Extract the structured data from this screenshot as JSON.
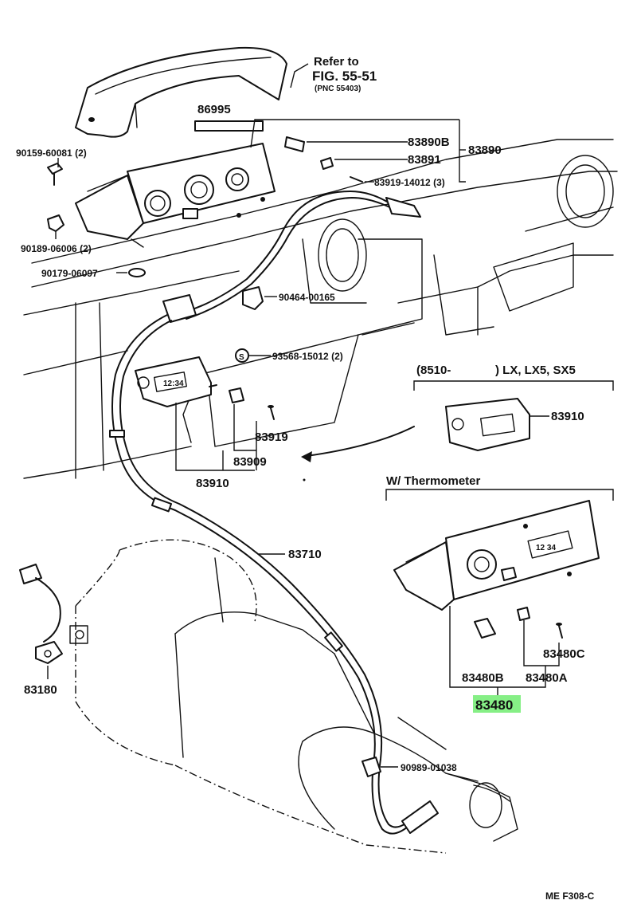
{
  "refer": {
    "line1": "Refer to",
    "line2": "FIG. 55-51",
    "line3": "(PNC 55403)"
  },
  "labels": {
    "p86995": "86995",
    "p83890B": "83890B",
    "p83890": "83890",
    "p83891": "83891",
    "p83919_14012": "83919-14012 (3)",
    "p90159": "90159-60081 (2)",
    "p90189": "90189-06006 (2)",
    "p90179": "90179-06097",
    "p90464": "90464-00165",
    "p93568": "93568-15012 (2)",
    "p83919": "83919",
    "p83909": "83909",
    "p83910_main": "83910",
    "p83910_alt": "83910",
    "p83710": "83710",
    "p83180": "83180",
    "p83480B": "83480B",
    "p83480C": "83480C",
    "p83480A": "83480A",
    "p83480": "83480",
    "p90989": "90989-01038"
  },
  "variant": {
    "prefix": "(8510-",
    "suffix": ") LX, LX5, SX5"
  },
  "thermo": {
    "title": "W/ Thermometer"
  },
  "highlight_color": "#86ef86",
  "footer": {
    "code": "ME  F308-C"
  }
}
